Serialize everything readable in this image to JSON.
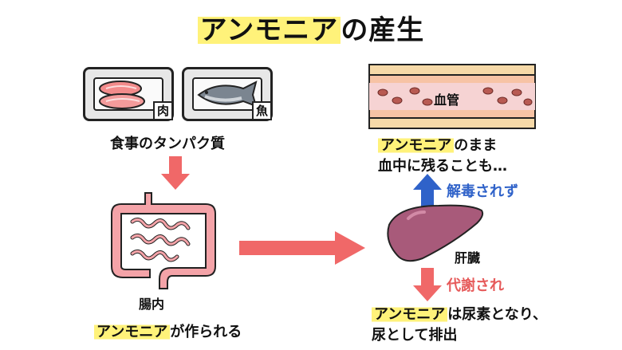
{
  "title": {
    "highlight": "アンモニア",
    "rest": "の産生"
  },
  "food": {
    "meat_label": "肉",
    "fish_label": "魚",
    "caption": "食事のタンパク質"
  },
  "intestine": {
    "label": "腸内",
    "caption_highlight": "アンモニア",
    "caption_rest": "が作られる"
  },
  "blood": {
    "vessel_label": "血管",
    "line1_highlight": "アンモニア",
    "line1_rest": "のまま",
    "line2": "血中に残ることも…"
  },
  "liver": {
    "label": "肝臓",
    "up_label": "解毒されず",
    "down_label": "代謝され",
    "line1_highlight": "アンモニア",
    "line1_rest": "は尿素となり、",
    "line2": "尿として排出"
  },
  "colors": {
    "highlight": "#fff27a",
    "blue_arrow": "#2f62c9",
    "red_arrow": "#f06868",
    "intestine": "#f4a3a8",
    "liver": "#a85a7a"
  }
}
